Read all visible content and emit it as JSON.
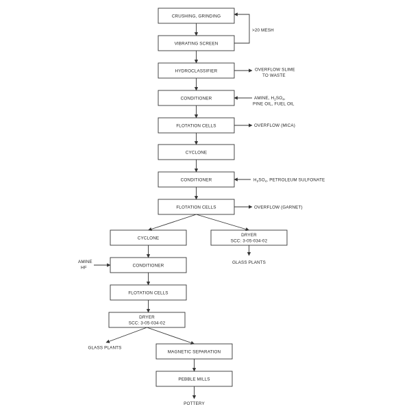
{
  "boxes": {
    "crushing": "CRUSHING, GRINDING",
    "vibrating_screen": "VIBRATING SCREEN",
    "hydroclassifier": "HYDROCLASSIFIER",
    "conditioner_1": "CONDITIONER",
    "flotation_cells_1": "FLOTATION CELLS",
    "cyclone_1": "CYCLONE",
    "conditioner_2": "CONDITIONER",
    "flotation_cells_2": "FLOTATION CELLS",
    "cyclone_2": "CYCLONE",
    "dryer_1_line1": "DRYER",
    "dryer_1_line2": "SCC: 3-05-034-02",
    "conditioner_3": "CONDITIONER",
    "flotation_cells_3": "FLOTATION CELLS",
    "dryer_2_line1": "DRYER",
    "dryer_2_line2": "SCC: 3-05-034-02",
    "magnetic_separation": "MAGNETIC SEPARATION",
    "pebble_mills": "PEBBLE MILLS"
  },
  "labels": {
    "mesh": ">20 MESH",
    "overflow_slime_1": "OVERFLOW SLIME",
    "overflow_slime_2": "TO WASTE",
    "amine_1": "AMINE, H",
    "amine_1_sub1": "2",
    "amine_1_mid": "SO",
    "amine_1_sub2": "4",
    "amine_1_end": ",",
    "pine_oil": "PINE OIL, FUEL OIL",
    "overflow_mica": "OVERFLOW (MICA)",
    "h2so4_a": "H",
    "h2so4_sub1": "2",
    "h2so4_b": "SO",
    "h2so4_sub2": "4",
    "h2so4_rest": ", PETROLEUM SULFONATE",
    "overflow_garnet": "OVERFLOW (GARNET)",
    "glass_plants_1": "GLASS PLANTS",
    "amine_2": "AMINE",
    "hf": "HF",
    "glass_plants_2": "GLASS PLANTS",
    "pottery": "POTTERY"
  }
}
